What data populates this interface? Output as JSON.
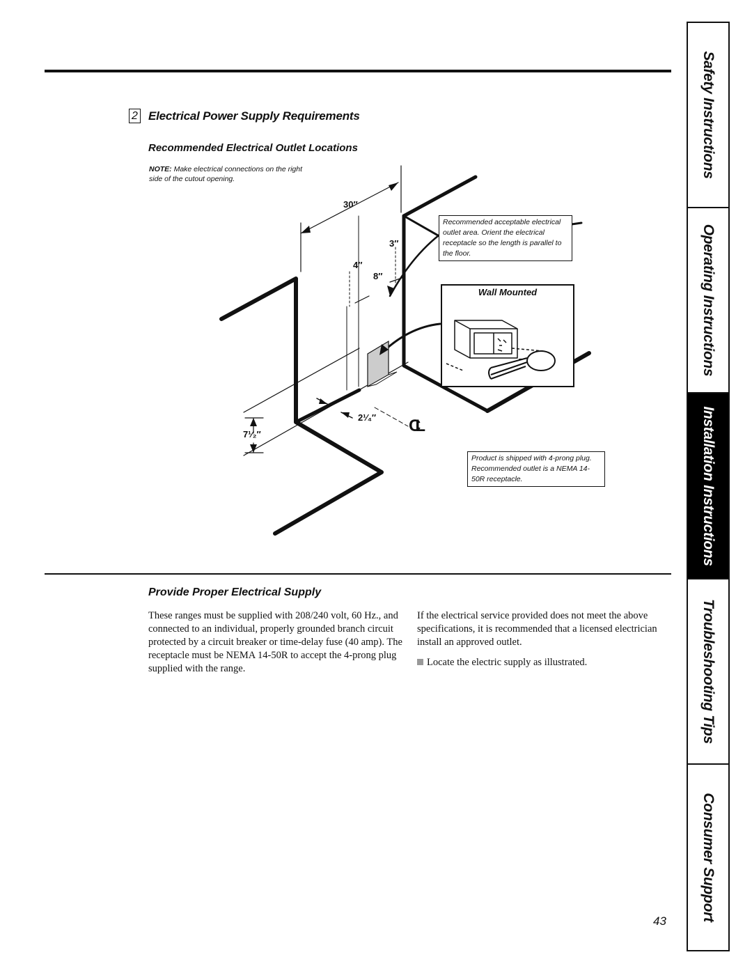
{
  "section": {
    "step_number": "2",
    "title": "Electrical Power Supply Requirements",
    "subtitle": "Recommended Electrical Outlet Locations",
    "note_prefix": "NOTE:",
    "note_text": " Make electrical connections on the right side of the cutout opening."
  },
  "diagram": {
    "dims": {
      "d30": "30″",
      "d3": "3″",
      "d4": "4″",
      "d8": "8″",
      "d2_1_4": "2¹⁄₄″",
      "d7_1_2": "7¹⁄₂″",
      "centerline": "CL"
    },
    "callout_recommended": "Recommended acceptable electrical outlet area. Orient the electrical receptacle so the length is parallel to the floor.",
    "wall_mounted_label": "Wall Mounted",
    "callout_product": "Product is shipped with 4-prong plug. Recommended outlet is a NEMA 14-50R receptacle."
  },
  "supply": {
    "heading": "Provide Proper Electrical Supply",
    "left_paragraph": "These ranges must be supplied with 208/240 volt, 60 Hz., and connected to an individual, properly grounded branch circuit protected by a circuit breaker or time-delay fuse (40 amp). The receptacle must be NEMA 14-50R to accept the 4-prong plug supplied with the range.",
    "right_paragraph": "If the electrical service provided does not meet the above specifications, it is recommended that a licensed electrician install an approved outlet.",
    "bullet": "Locate the electric supply as illustrated."
  },
  "page_number": "43",
  "side_tabs": [
    {
      "label": "Safety Instructions",
      "active": false
    },
    {
      "label": "Operating Instructions",
      "active": false
    },
    {
      "label": "Installation Instructions",
      "active": true
    },
    {
      "label": "Troubleshooting Tips",
      "active": false
    },
    {
      "label": "Consumer Support",
      "active": false
    }
  ]
}
